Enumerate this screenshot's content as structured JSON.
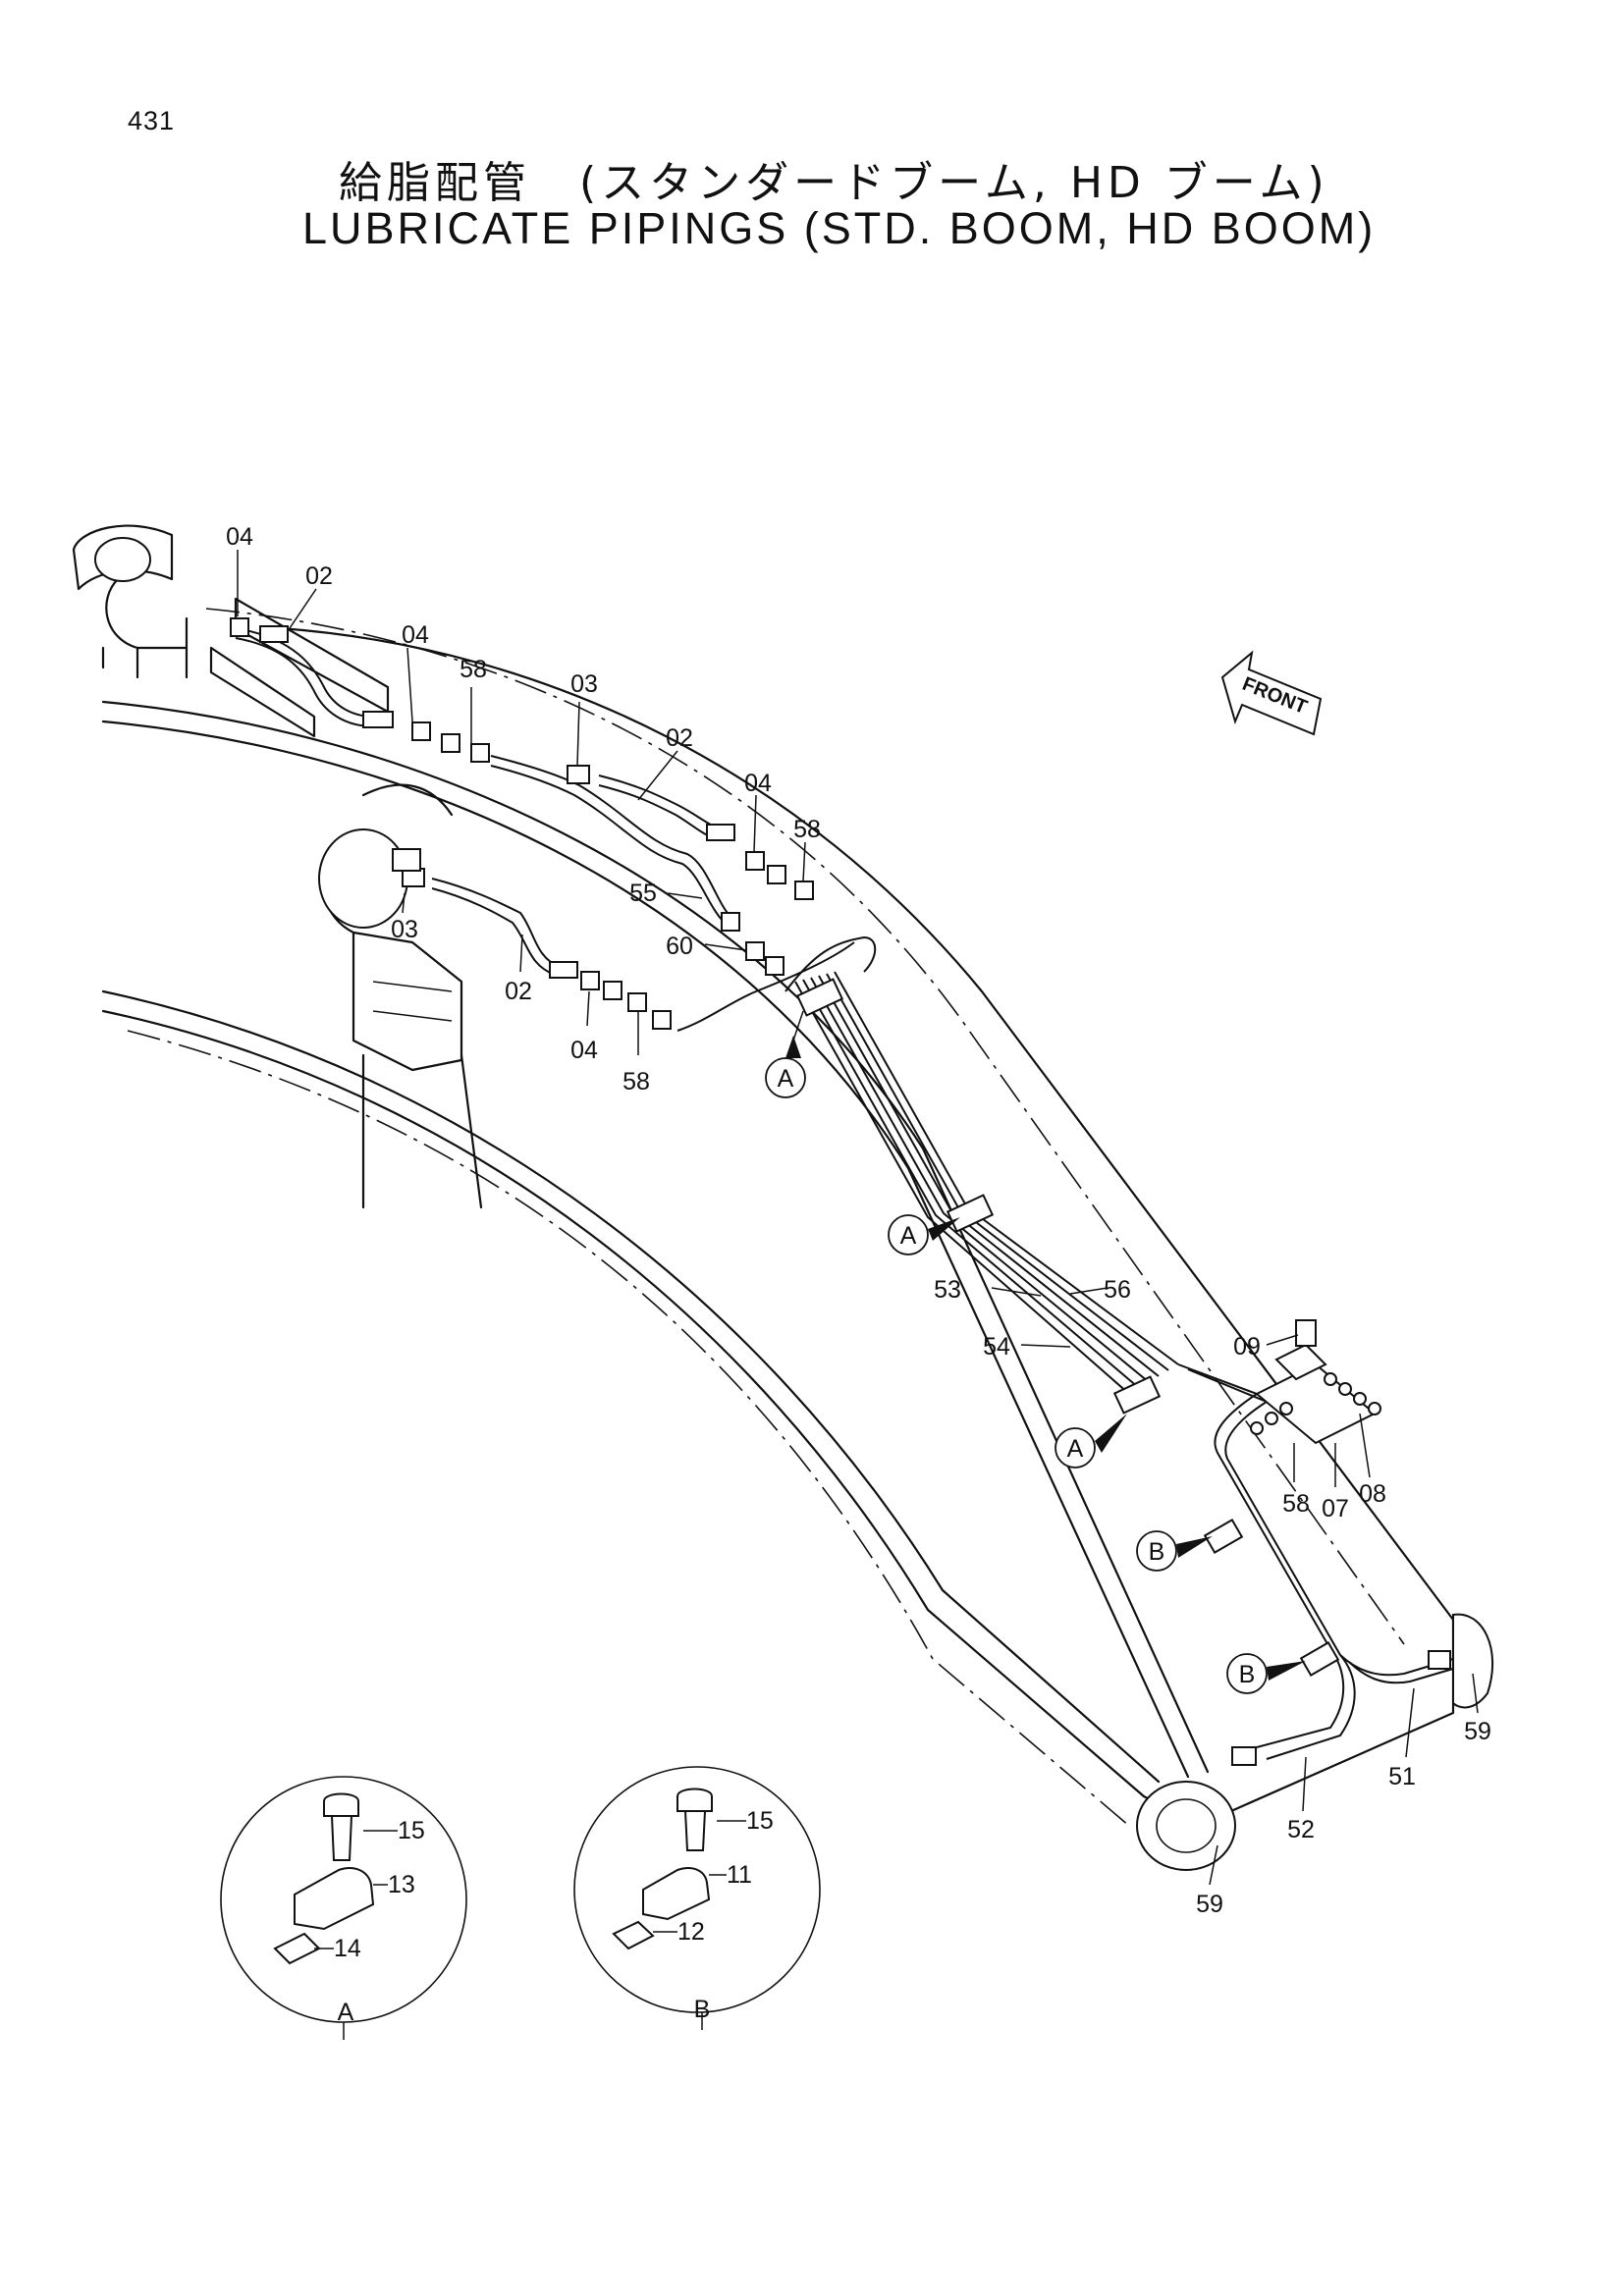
{
  "header": {
    "page_number": "431",
    "title_jp": "給脂配管　(スタンダードブーム, HD ブーム)",
    "title_en": "LUBRICATE PIPINGS (STD. BOOM, HD BOOM)"
  },
  "direction": {
    "front_label": "FRONT"
  },
  "callouts": [
    {
      "part": "04"
    },
    {
      "part": "02"
    },
    {
      "part": "04"
    },
    {
      "part": "58"
    },
    {
      "part": "03"
    },
    {
      "part": "02"
    },
    {
      "part": "04"
    },
    {
      "part": "58"
    },
    {
      "part": "55"
    },
    {
      "part": "60"
    },
    {
      "part": "03"
    },
    {
      "part": "02"
    },
    {
      "part": "04"
    },
    {
      "part": "58"
    },
    {
      "part": "53"
    },
    {
      "part": "56"
    },
    {
      "part": "54"
    },
    {
      "part": "09"
    },
    {
      "part": "58"
    },
    {
      "part": "07"
    },
    {
      "part": "08"
    },
    {
      "part": "59"
    },
    {
      "part": "51"
    },
    {
      "part": "52"
    },
    {
      "part": "59"
    }
  ],
  "view_markers": [
    "A",
    "A",
    "A",
    "B",
    "B"
  ],
  "detail_views": [
    {
      "label": "A",
      "parts": [
        "15",
        "13",
        "14"
      ]
    },
    {
      "label": "B",
      "parts": [
        "15",
        "11",
        "12"
      ]
    }
  ]
}
